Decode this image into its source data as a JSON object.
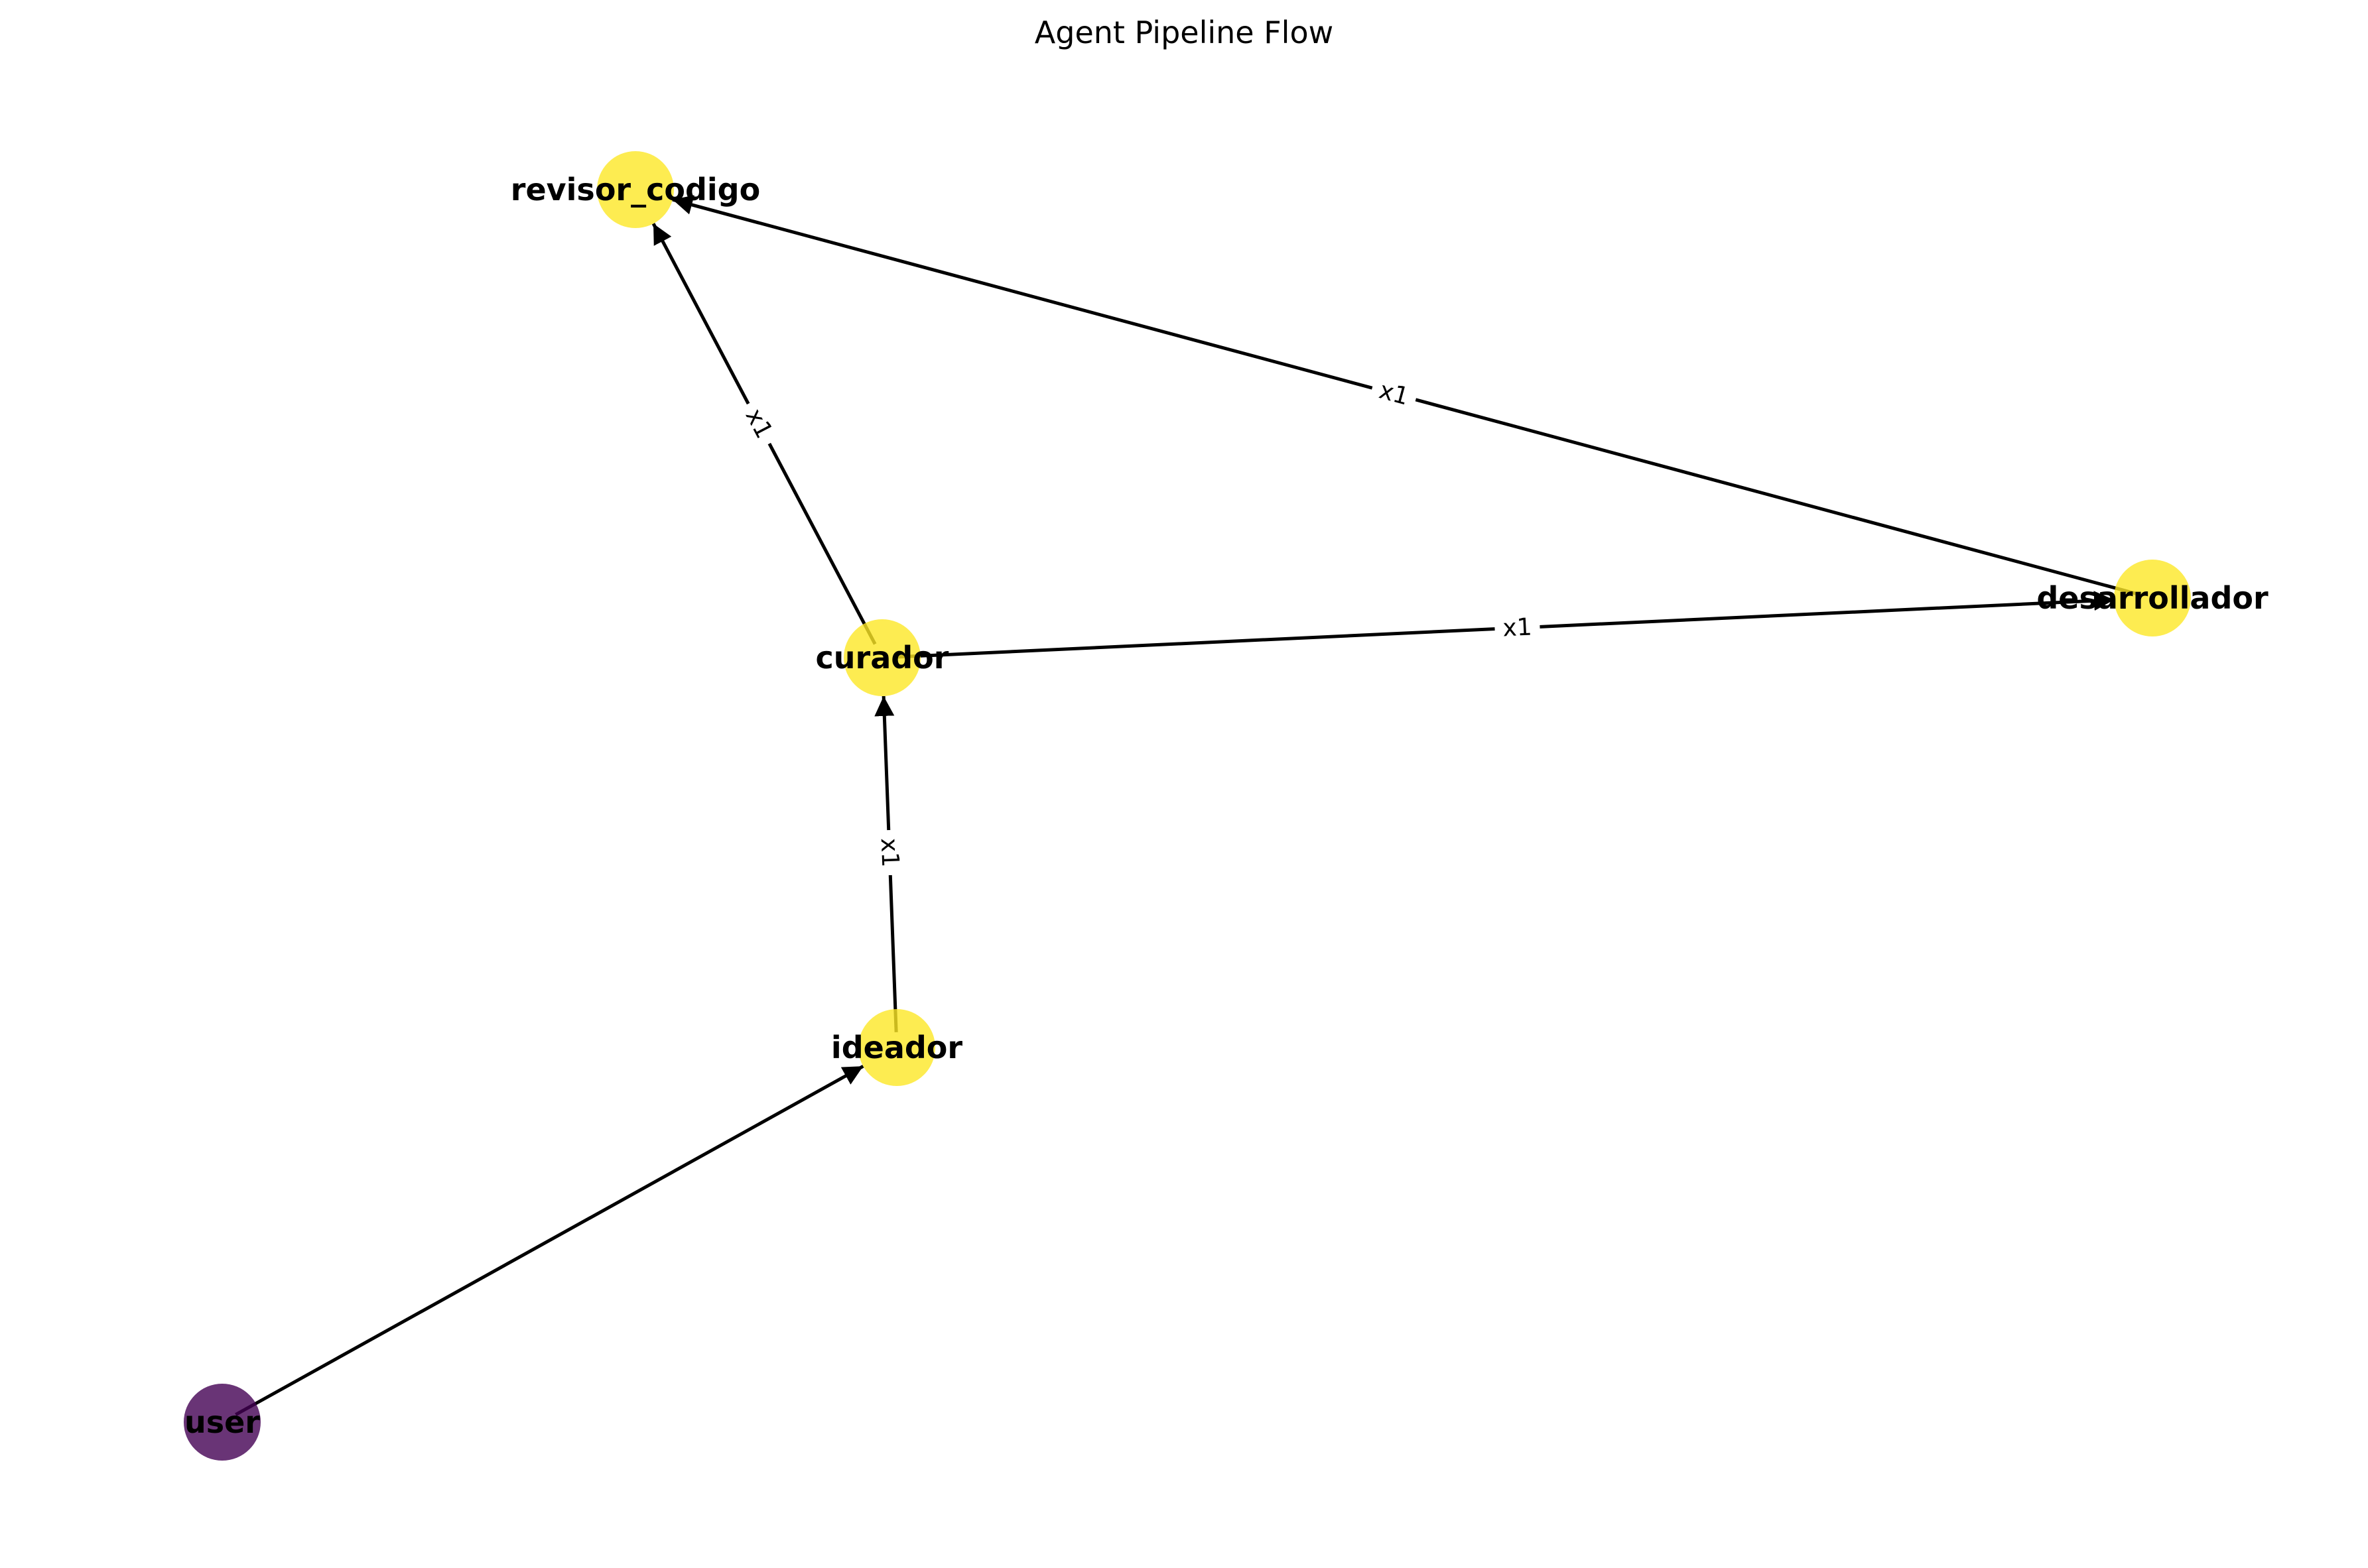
{
  "title": "Agent Pipeline Flow",
  "colors": {
    "user_node": "#440154",
    "agent_node": "#fde725",
    "edge": "#000000"
  },
  "nodes": [
    {
      "id": "user",
      "label": "user",
      "kind": "user"
    },
    {
      "id": "ideador",
      "label": "ideador",
      "kind": "agent"
    },
    {
      "id": "curador",
      "label": "curador",
      "kind": "agent"
    },
    {
      "id": "revisor_codigo",
      "label": "revisor_codigo",
      "kind": "agent"
    },
    {
      "id": "desarrollador",
      "label": "desarrollador",
      "kind": "agent"
    }
  ],
  "edges": [
    {
      "from": "user",
      "to": "ideador",
      "label": ""
    },
    {
      "from": "ideador",
      "to": "curador",
      "label": "x1"
    },
    {
      "from": "curador",
      "to": "revisor_codigo",
      "label": "x1"
    },
    {
      "from": "curador",
      "to": "desarrollador",
      "label": "x1"
    },
    {
      "from": "desarrollador",
      "to": "revisor_codigo",
      "label": "x1"
    }
  ]
}
